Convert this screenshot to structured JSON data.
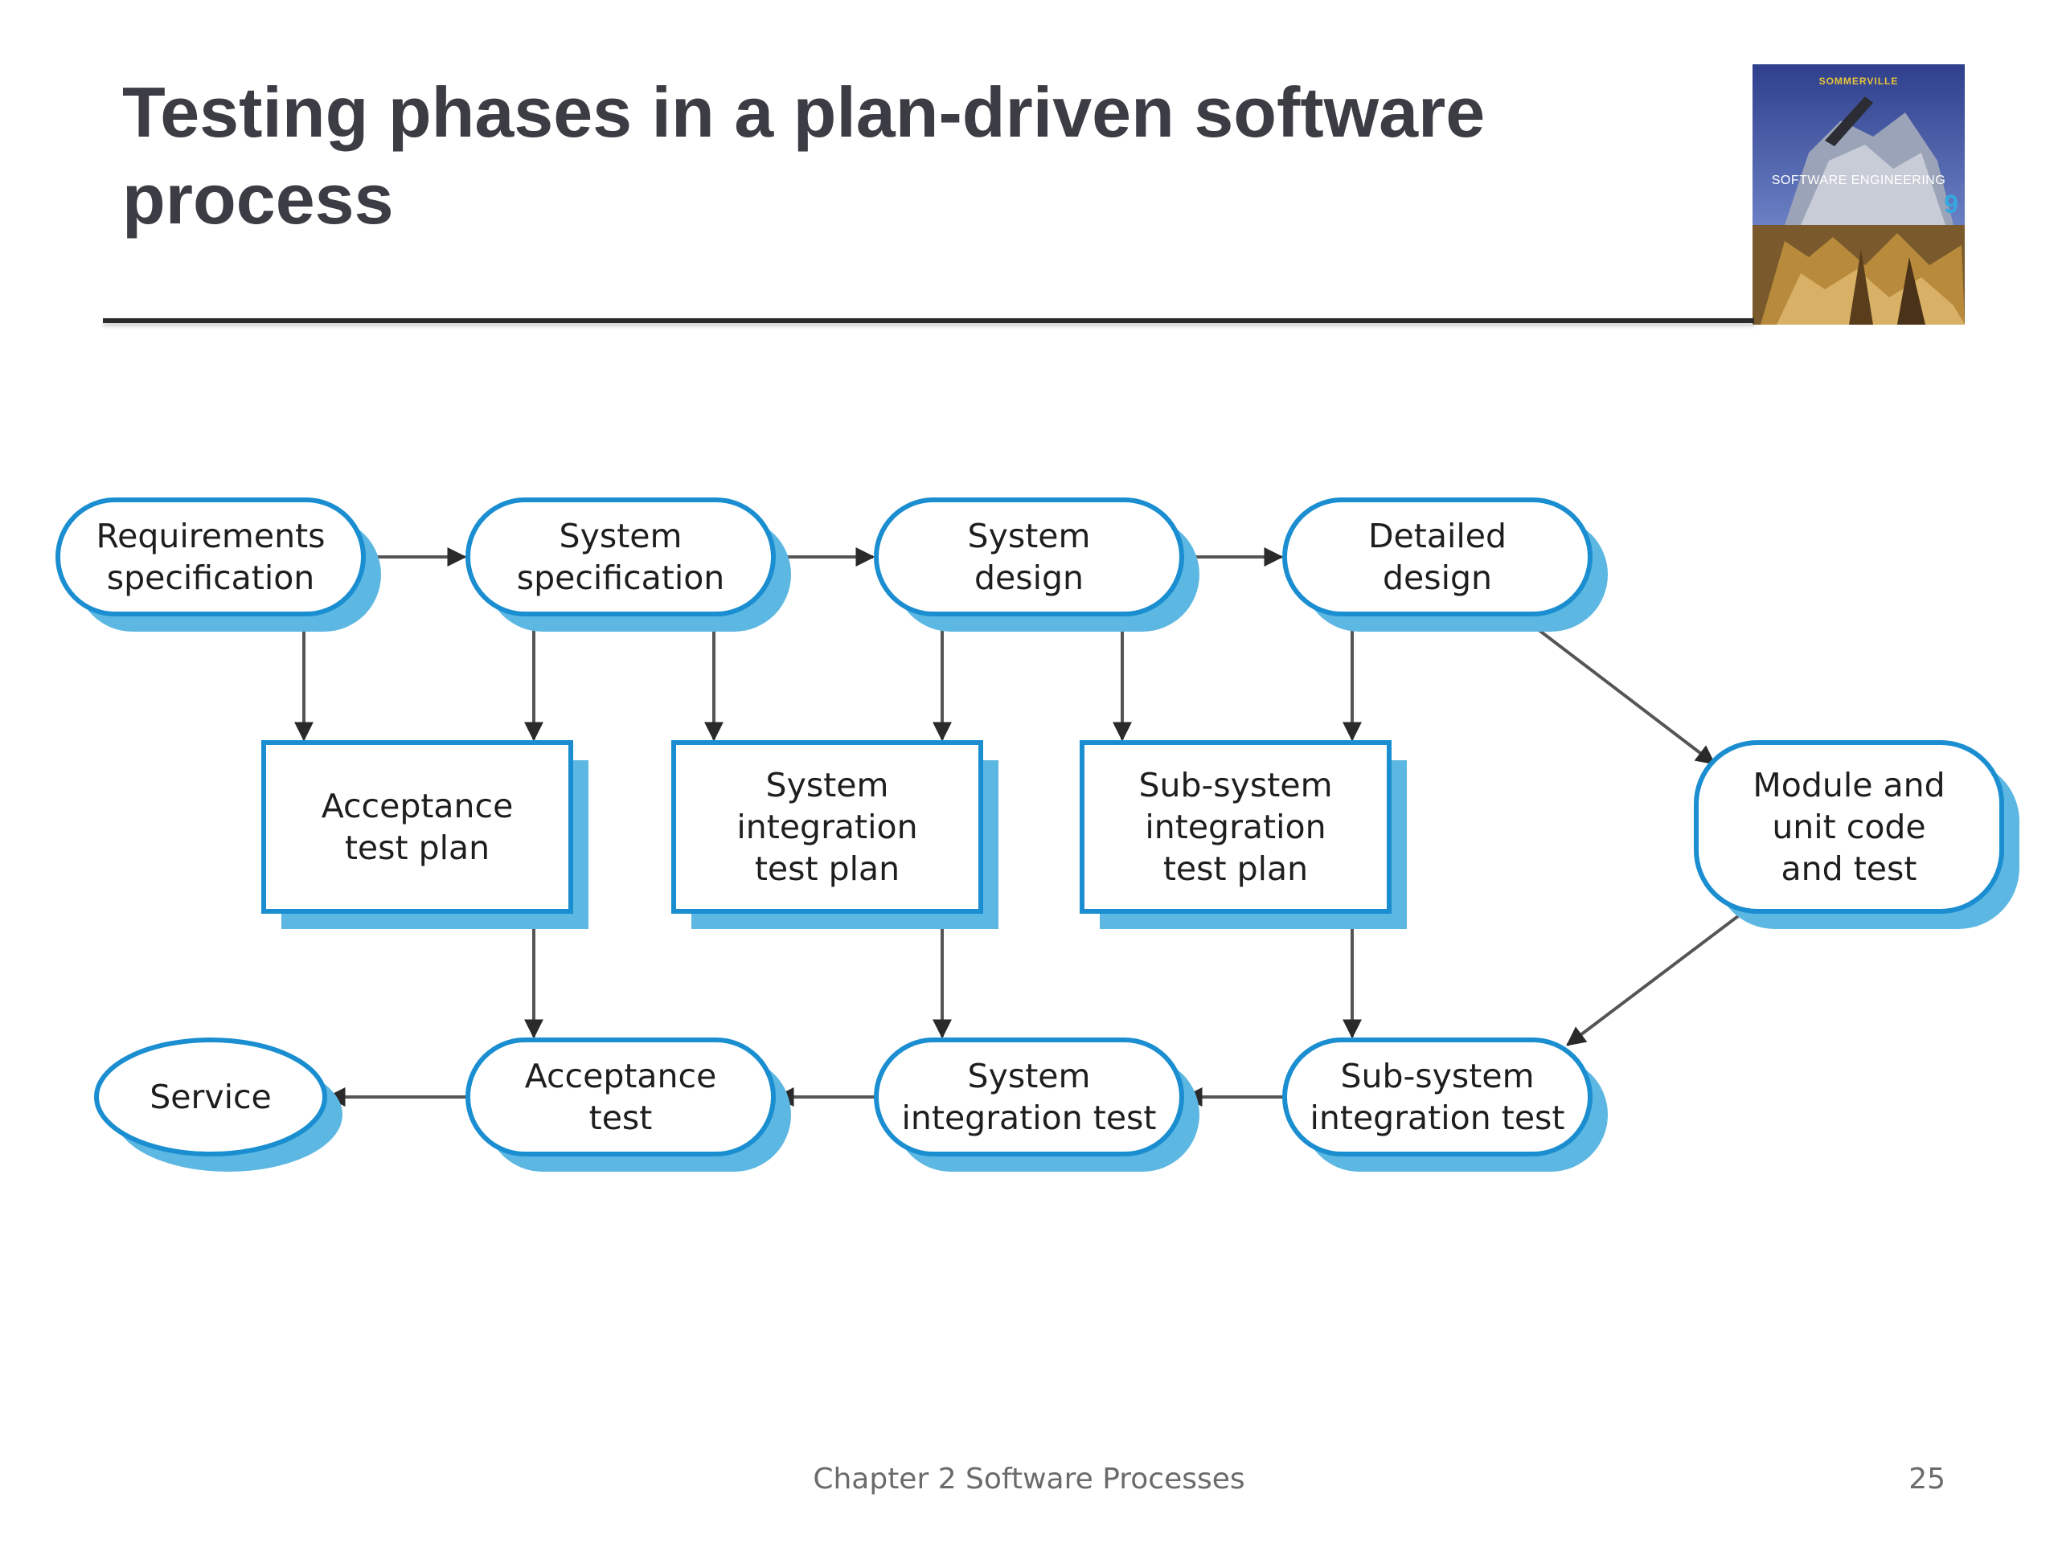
{
  "slide": {
    "title": "Testing phases in a plan-driven software process",
    "footer": "Chapter 2 Software Processes",
    "page_number": "25"
  },
  "book_cover": {
    "series": "SOMMERVILLE",
    "title": "SOFTWARE ENGINEERING",
    "edition": "9"
  },
  "diagram": {
    "colors": {
      "outline": "#1a8ed0",
      "shadow": "#5cb7e2",
      "arrow": "#555555",
      "text": "#1e1e1e"
    },
    "nodes": [
      {
        "id": "req-spec",
        "shape": "rounded",
        "lines": [
          "Requirements",
          "specification"
        ]
      },
      {
        "id": "sys-spec",
        "shape": "rounded",
        "lines": [
          "System",
          "specification"
        ]
      },
      {
        "id": "sys-design",
        "shape": "rounded",
        "lines": [
          "System",
          "design"
        ]
      },
      {
        "id": "detailed-design",
        "shape": "rounded",
        "lines": [
          "Detailed",
          "design"
        ]
      },
      {
        "id": "acceptance-plan",
        "shape": "rect",
        "lines": [
          "Acceptance",
          "test plan"
        ]
      },
      {
        "id": "sys-int-plan",
        "shape": "rect",
        "lines": [
          "System",
          "integration",
          "test plan"
        ]
      },
      {
        "id": "subsys-int-plan",
        "shape": "rect",
        "lines": [
          "Sub-system",
          "integration",
          "test plan"
        ]
      },
      {
        "id": "module-unit",
        "shape": "rounded",
        "lines": [
          "Module and",
          "unit code",
          "and test"
        ]
      },
      {
        "id": "service",
        "shape": "ellipse",
        "lines": [
          "Service"
        ]
      },
      {
        "id": "acceptance-test",
        "shape": "rounded",
        "lines": [
          "Acceptance",
          "test"
        ]
      },
      {
        "id": "sys-int-test",
        "shape": "rounded",
        "lines": [
          "System",
          "integration test"
        ]
      },
      {
        "id": "subsys-int-test",
        "shape": "rounded",
        "lines": [
          "Sub-system",
          "integration test"
        ]
      }
    ],
    "edges": [
      {
        "from": "req-spec",
        "to": "sys-spec"
      },
      {
        "from": "sys-spec",
        "to": "sys-design"
      },
      {
        "from": "sys-design",
        "to": "detailed-design"
      },
      {
        "from": "req-spec",
        "to": "acceptance-plan"
      },
      {
        "from": "sys-spec",
        "to": "acceptance-plan"
      },
      {
        "from": "sys-spec",
        "to": "sys-int-plan"
      },
      {
        "from": "sys-design",
        "to": "sys-int-plan"
      },
      {
        "from": "sys-design",
        "to": "subsys-int-plan"
      },
      {
        "from": "detailed-design",
        "to": "subsys-int-plan"
      },
      {
        "from": "detailed-design",
        "to": "module-unit"
      },
      {
        "from": "acceptance-plan",
        "to": "acceptance-test"
      },
      {
        "from": "sys-int-plan",
        "to": "sys-int-test"
      },
      {
        "from": "subsys-int-plan",
        "to": "subsys-int-test"
      },
      {
        "from": "module-unit",
        "to": "subsys-int-test"
      },
      {
        "from": "subsys-int-test",
        "to": "sys-int-test"
      },
      {
        "from": "sys-int-test",
        "to": "acceptance-test"
      },
      {
        "from": "acceptance-test",
        "to": "service"
      }
    ]
  }
}
